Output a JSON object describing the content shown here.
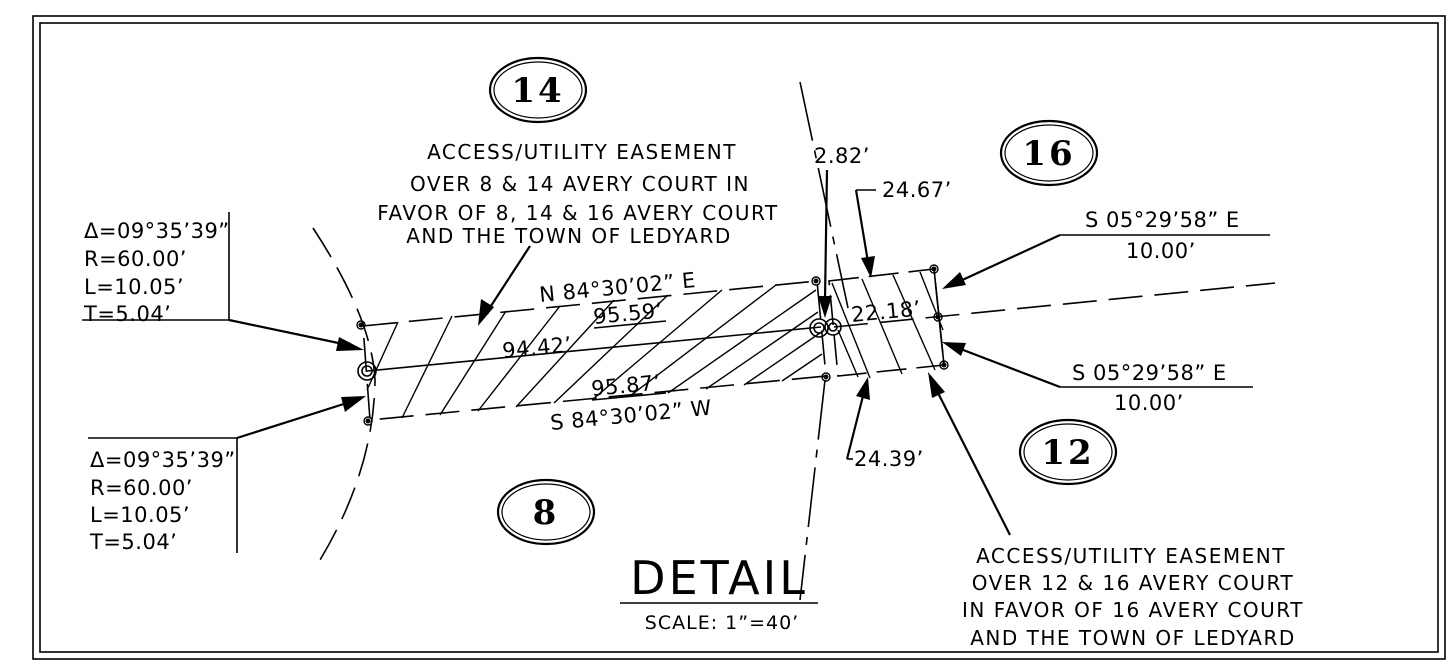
{
  "lots": {
    "lot_14": "14",
    "lot_16": "16",
    "lot_8": "8",
    "lot_12": "12"
  },
  "easement_note_north": {
    "line1": "ACCESS/UTILITY EASEMENT",
    "line2": "OVER 8 & 14 AVERY COURT IN",
    "line3": "FAVOR OF 8, 14 & 16 AVERY COURT",
    "line4": "AND THE TOWN OF LEDYARD"
  },
  "easement_note_south": {
    "line1": "ACCESS/UTILITY EASEMENT",
    "line2": "OVER 12 & 16 AVERY COURT",
    "line3": "IN FAVOR OF 16 AVERY COURT",
    "line4": "AND THE TOWN OF LEDYARD"
  },
  "curve_upper": {
    "delta": "Δ=09°35’39”",
    "radius": "R=60.00’",
    "length": "L=10.05’",
    "tangent": "T=5.04’"
  },
  "curve_lower": {
    "delta": "Δ=09°35’39”",
    "radius": "R=60.00’",
    "length": "L=10.05’",
    "tangent": "T=5.04’"
  },
  "bearings": {
    "north_line": "N 84°30’02” E",
    "south_line": "S 84°30’02” W",
    "east_top_bearing": "S 05°29’58” E",
    "east_top_distance": "10.00’",
    "east_bottom_bearing": "S 05°29’58” E",
    "east_bottom_distance": "10.00’"
  },
  "distances": {
    "north_inner": "95.59’",
    "center": "94.42’",
    "south_inner": "95.87’",
    "gap": "2.82’",
    "east_north": "24.67’",
    "east_center": "22.18’",
    "east_south": "24.39’"
  },
  "title": {
    "main": "DETAIL",
    "scale": "SCALE: 1”=40’"
  }
}
